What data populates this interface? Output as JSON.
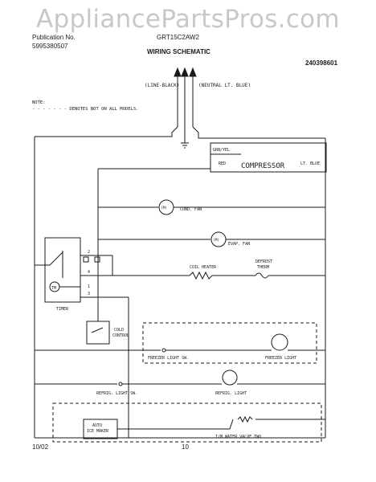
{
  "watermark": "AppliancePartsPros.com",
  "header": {
    "publication_label": "Publication No.",
    "publication_number": "5995380507",
    "model": "GRT15C2AW2",
    "title": "WIRING SCHEMATIC",
    "doc_number": "240398601"
  },
  "note": {
    "label": "NOTE:",
    "legend": "- - - - - - - DENOTES NOT ON ALL MODELS."
  },
  "supply": {
    "line": "(LINE-BLACK)",
    "neutral": "(NEUTRAL LT. BLUE)"
  },
  "components": {
    "grn_yel": "GRN/YEL",
    "red": "RED",
    "compressor": "COMPRESSOR",
    "lt_blue": "LT. BLUE",
    "cond_fan": "COND. FAN",
    "evap_fan": "EVAP. FAN",
    "coil_heater": "COIL HEATER",
    "defrost_therm": "DEFROST\nTHERM",
    "timer": "TIMER",
    "timer_motor": "TM",
    "cold_control": "COLD\nCONTROL",
    "freezer_light_sw": "FREEZER LIGHT SW.",
    "freezer_light": "FREEZER LIGHT",
    "refrig_light_sw": "REFRIG. LIGHT SW.",
    "refrig_light": "REFRIG. LIGHT",
    "auto_ice_maker": "AUTO\nICE MAKER",
    "water_valve": "I/M WATER VALVE TWO"
  },
  "terminals": [
    "2",
    "4",
    "1",
    "3"
  ],
  "footer": {
    "date": "10/02",
    "page": "10"
  }
}
